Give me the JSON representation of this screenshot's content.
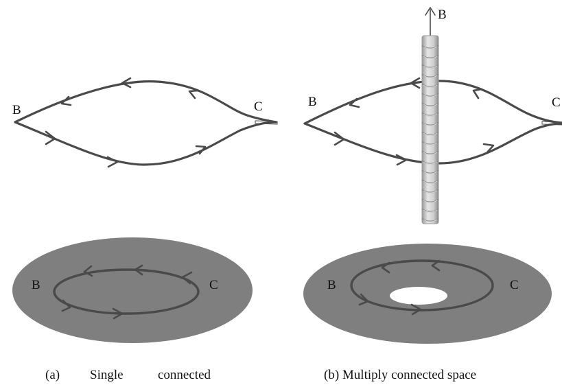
{
  "colors": {
    "path": "#4a4a4a",
    "disk": "#7f7f7f",
    "hole": "#ffffff",
    "solenoid_light": "#d9d9d9",
    "solenoid_dark": "#8c8c8c",
    "text": "#111111"
  },
  "panel_a": {
    "top_label_B": "B",
    "top_label_C": "C",
    "disk_label_B": "B",
    "disk_label_C": "C",
    "caption_prefix": "(a)",
    "caption_word1": "Single",
    "caption_word2": "connected"
  },
  "panel_b": {
    "top_label_B": "B",
    "top_label_C": "C",
    "field_label": "B",
    "disk_label_B": "B",
    "disk_label_C": "C",
    "caption": "(b) Multiply connected space"
  }
}
